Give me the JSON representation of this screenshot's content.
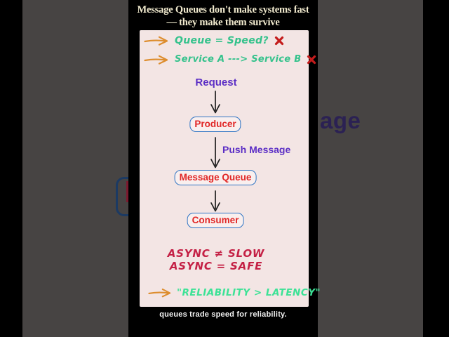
{
  "title": {
    "line1": "Message Queues don't make systems fast",
    "line2": "— they make them survive"
  },
  "myths": [
    {
      "text": "Queue = Speed?",
      "mark": "✕"
    },
    {
      "text": "Service A ---> Service B",
      "mark": "✕"
    }
  ],
  "flow": {
    "request": "Request",
    "producer": "Producer",
    "push_message": "Push Message",
    "message_queue": "Message Queue",
    "consumer": "Consumer"
  },
  "async_notes": {
    "line1": "ASYNC ≠ SLOW",
    "line2": "ASYNC = SAFE"
  },
  "conclusion": "\"RELIABILITY > LATENCY\"",
  "frame": {
    "caption": "queues trade speed for reliability."
  },
  "background_bleed": {
    "right_text": "age",
    "left_letter": "M"
  },
  "colors": {
    "side_gray": "#474443",
    "card_bg": "#f3e5e4",
    "title_cream": "#f2ebcf",
    "handwriting_green": "#35c28c",
    "conclusion_green": "#3ce296",
    "arrow_orange": "#dd8d2e",
    "cross_red": "#c41c1c",
    "label_purple": "#5b2ec5",
    "node_border_blue": "#2f74c4",
    "node_text_red": "#e12727",
    "async_crimson": "#c42045",
    "bleed_purple": "#2b2153",
    "bleed_dark_red": "#7c1a2e",
    "bleed_dark_blue": "#1c3a63"
  }
}
